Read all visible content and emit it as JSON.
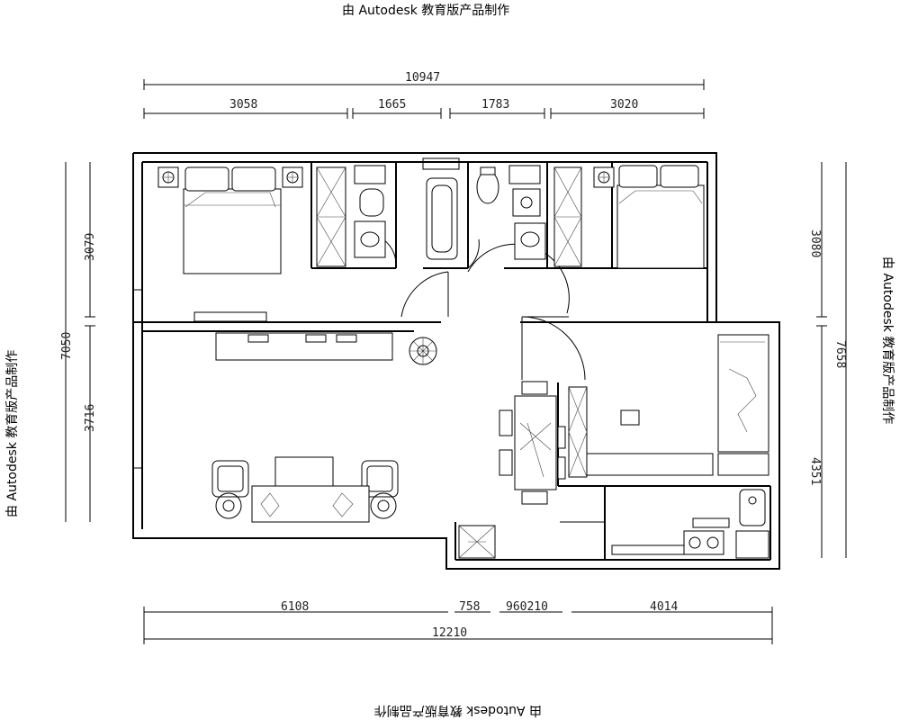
{
  "watermark": {
    "top": "由 Autodesk 教育版产品制作",
    "bottom": "由 Autodesk 教育版产品制作",
    "left": "由 Autodesk 教育版产品制作",
    "right": "由 Autodesk 教育版产品制作"
  },
  "dimensions": {
    "top_total": "10947",
    "top_segments": [
      "3058",
      "1665",
      "1783",
      "3020"
    ],
    "left_total": "7050",
    "left_segments": [
      "3079",
      "3716"
    ],
    "right_total": "7658",
    "right_segments": [
      "3080",
      "4351"
    ],
    "bottom_total": "12210",
    "bottom_segments": [
      "6108",
      "758",
      "960210",
      "4014"
    ]
  }
}
